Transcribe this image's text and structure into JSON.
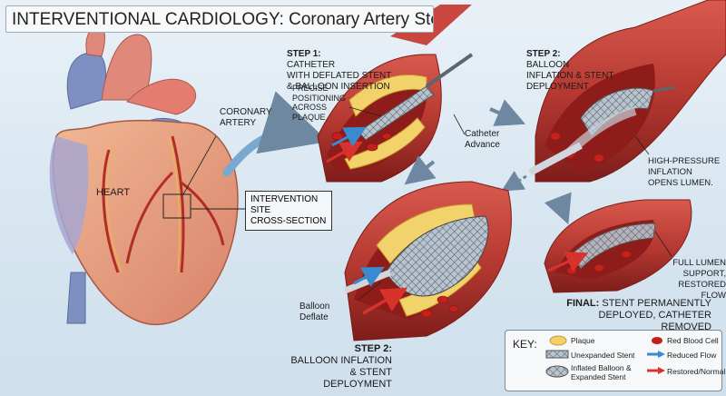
{
  "title": "INTERVENTIONAL CARDIOLOGY: Coronary Artery Stenting Procedure",
  "labels": {
    "heart": "HEART",
    "coronary_artery": "CORONARY\nARTERY",
    "intervention_site": "INTERVENTION\nSITE\nCROSS-SECTION",
    "precise_positioning": "PRECISE\nPOSITIONING\nACROSS\nPLAQUE",
    "catheter_advance": "Catheter\nAdvance",
    "high_pressure": "HIGH-PRESSURE\nINFLATION\nOPENS LUMEN.",
    "balloon_deflate": "Balloon\nDeflate",
    "full_lumen": "FULL LUMEN\nSUPPORT,\nRESTORED FLOW"
  },
  "steps": {
    "step1_head": "STEP 1:",
    "step1_text": "CATHETER\nWITH DEFLATED STENT\n& BALLOON INSERTION",
    "step2a_head": "STEP 2:",
    "step2a_text": "BALLOON\nINFLATION & STENT\nDEPLOYMENT",
    "step2b_head": "STEP 2:",
    "step2b_text": "BALLOON INFLATION\n& STENT DEPLOYMENT",
    "final_head": "FINAL:",
    "final_text": "STENT PERMANENTLY\nDEPLOYED, CATHETER REMOVED"
  },
  "key": {
    "title": "KEY:",
    "plaque": "Plaque",
    "unexpanded": "Unexpanded Stent",
    "inflated": "Inflated Balloon &\nExpanded Stent",
    "rbc": "Red Blood Cell",
    "reduced": "Reduced Flow",
    "restored": "Restored/Normal"
  },
  "colors": {
    "artery_outer": "#c9473f",
    "artery_inner": "#8e1c1a",
    "plaque": "#f2d36b",
    "rbc": "#c4201c",
    "stent": "#8a96a3",
    "reduced_flow": "#2f7fc4",
    "restored_flow": "#d8322c",
    "heart": "#eba383"
  },
  "icons": [
    "plaque-icon",
    "unexpanded-stent-icon",
    "inflated-balloon-icon",
    "red-blood-cell-icon",
    "reduced-flow-arrow-icon",
    "restored-flow-arrow-icon"
  ]
}
